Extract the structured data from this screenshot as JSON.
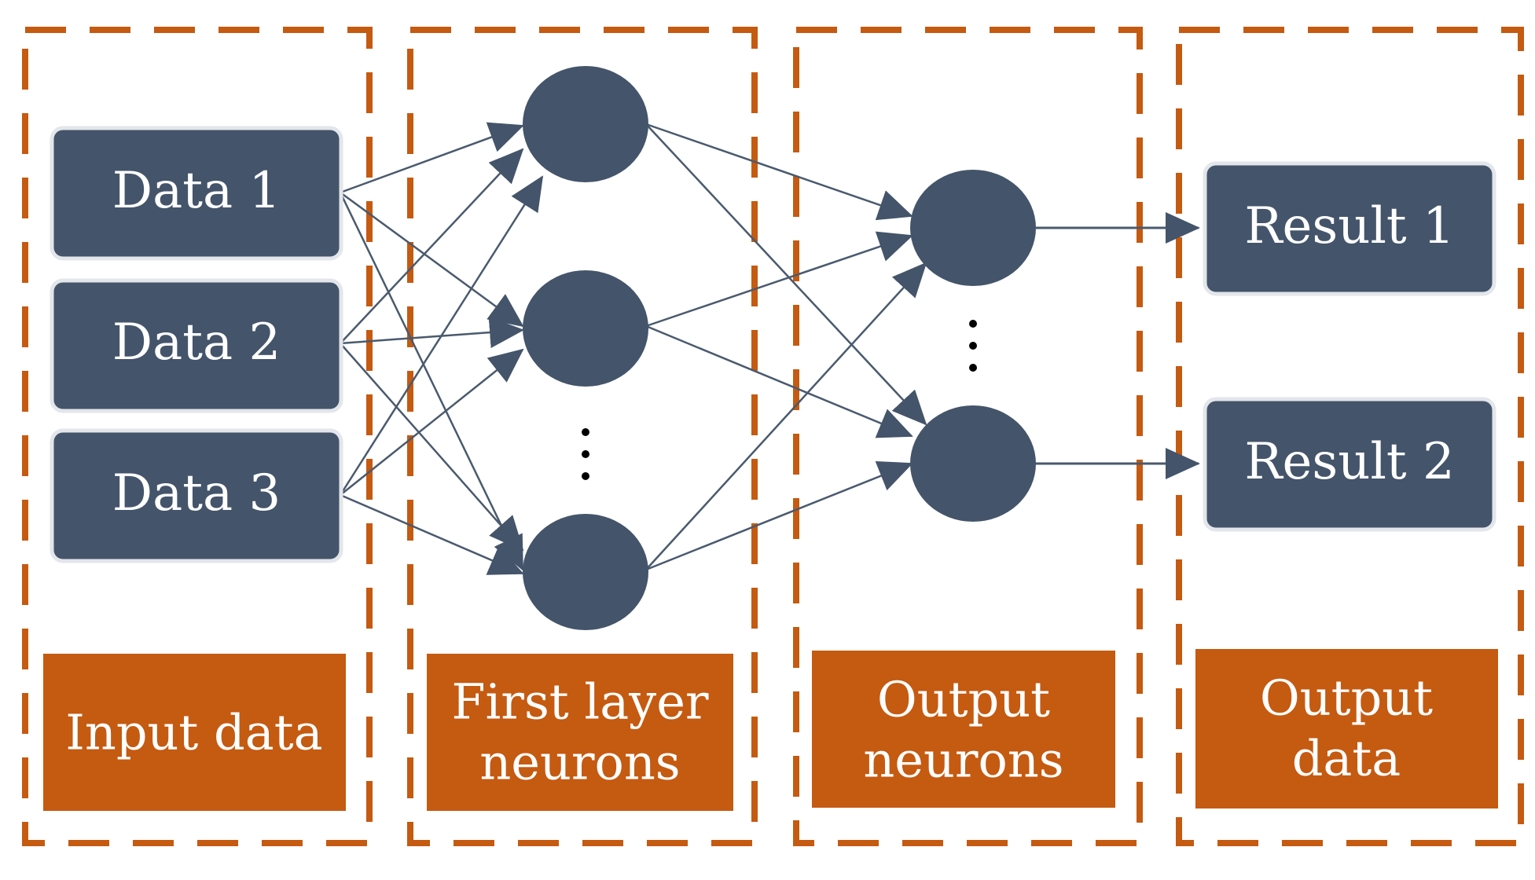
{
  "colors": {
    "frame": "#c55a11",
    "label": "#c55a11",
    "node": "#44546a"
  },
  "inputs": [
    "Data 1",
    "Data 2",
    "Data 3"
  ],
  "results": [
    "Result 1",
    "Result 2"
  ],
  "columns": [
    {
      "line1": "Input data",
      "line2": ""
    },
    {
      "line1": "First layer",
      "line2": "neurons"
    },
    {
      "line1": "Output",
      "line2": "neurons"
    },
    {
      "line1": "Output",
      "line2": "data"
    }
  ],
  "layers": {
    "first_layer_neuron_count_shown": 3,
    "output_neuron_count_shown": 2
  }
}
